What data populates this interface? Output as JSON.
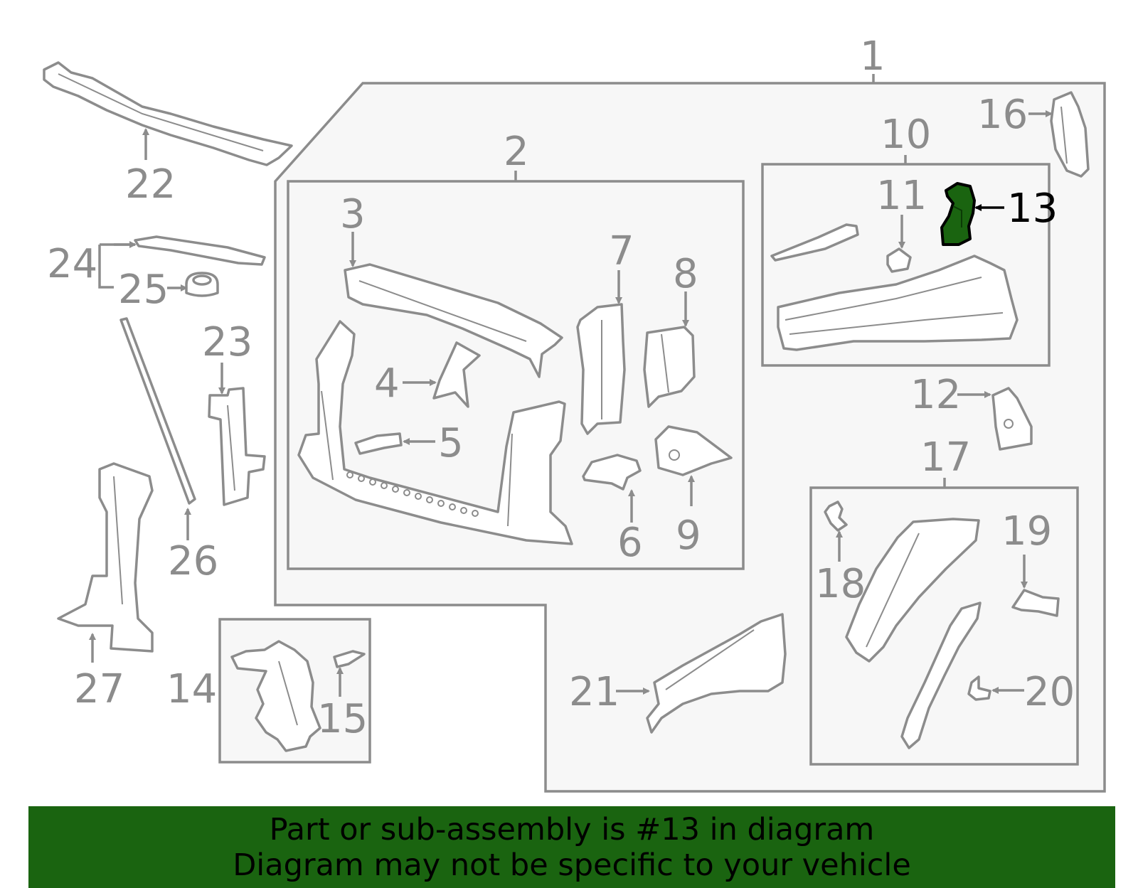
{
  "diagram": {
    "highlighted_part": "13",
    "highlight_color": "#1a6410",
    "callouts": [
      "1",
      "2",
      "3",
      "4",
      "5",
      "6",
      "7",
      "8",
      "9",
      "10",
      "11",
      "12",
      "13",
      "14",
      "15",
      "16",
      "17",
      "18",
      "19",
      "20",
      "21",
      "22",
      "23",
      "24",
      "25",
      "26",
      "27"
    ]
  },
  "banner": {
    "line1": "Part or sub-assembly is #13 in diagram",
    "line2": "Diagram may not be specific to your vehicle",
    "background": "#1a6410"
  }
}
